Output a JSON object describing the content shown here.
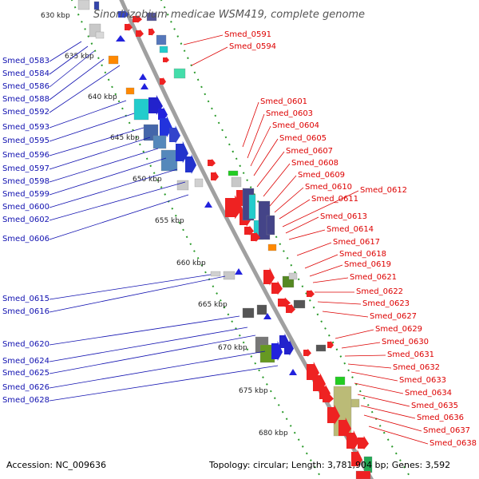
{
  "title": "Sinorhizobium medicae WSM419, complete genome",
  "footer": {
    "accession": "Accession: NC_009636",
    "summary": "Topology: circular; Length: 3,781,904 bp; Genes: 3,592"
  },
  "colors": {
    "left_label": "#1010b0",
    "right_label": "#dd0000",
    "backbone": "#a0a0a0",
    "tick": "#2a9a2a"
  },
  "kbp_ticks": [
    "630 kbp",
    "635 kbp",
    "640 kbp",
    "645 kbp",
    "650 kbp",
    "655 kbp",
    "660 kbp",
    "665 kbp",
    "670 kbp",
    "675 kbp",
    "680 kbp"
  ],
  "left_labels": [
    "Smed_0583",
    "Smed_0584",
    "Smed_0586",
    "Smed_0588",
    "Smed_0592",
    "Smed_0593",
    "Smed_0595",
    "Smed_0596",
    "Smed_0597",
    "Smed_0598",
    "Smed_0599",
    "Smed_0600",
    "Smed_0602",
    "Smed_0606",
    "Smed_0615",
    "Smed_0616",
    "Smed_0620",
    "Smed_0624",
    "Smed_0625",
    "Smed_0626",
    "Smed_0628"
  ],
  "right_labels": [
    "Smed_0591",
    "Smed_0594",
    "Smed_0601",
    "Smed_0603",
    "Smed_0604",
    "Smed_0605",
    "Smed_0607",
    "Smed_0608",
    "Smed_0609",
    "Smed_0610",
    "Smed_0611",
    "Smed_0612",
    "Smed_0613",
    "Smed_0614",
    "Smed_0617",
    "Smed_0618",
    "Smed_0619",
    "Smed_0621",
    "Smed_0622",
    "Smed_0623",
    "Smed_0627",
    "Smed_0629",
    "Smed_0630",
    "Smed_0631",
    "Smed_0632",
    "Smed_0633",
    "Smed_0634",
    "Smed_0635",
    "Smed_0636",
    "Smed_0637",
    "Smed_0638"
  ]
}
